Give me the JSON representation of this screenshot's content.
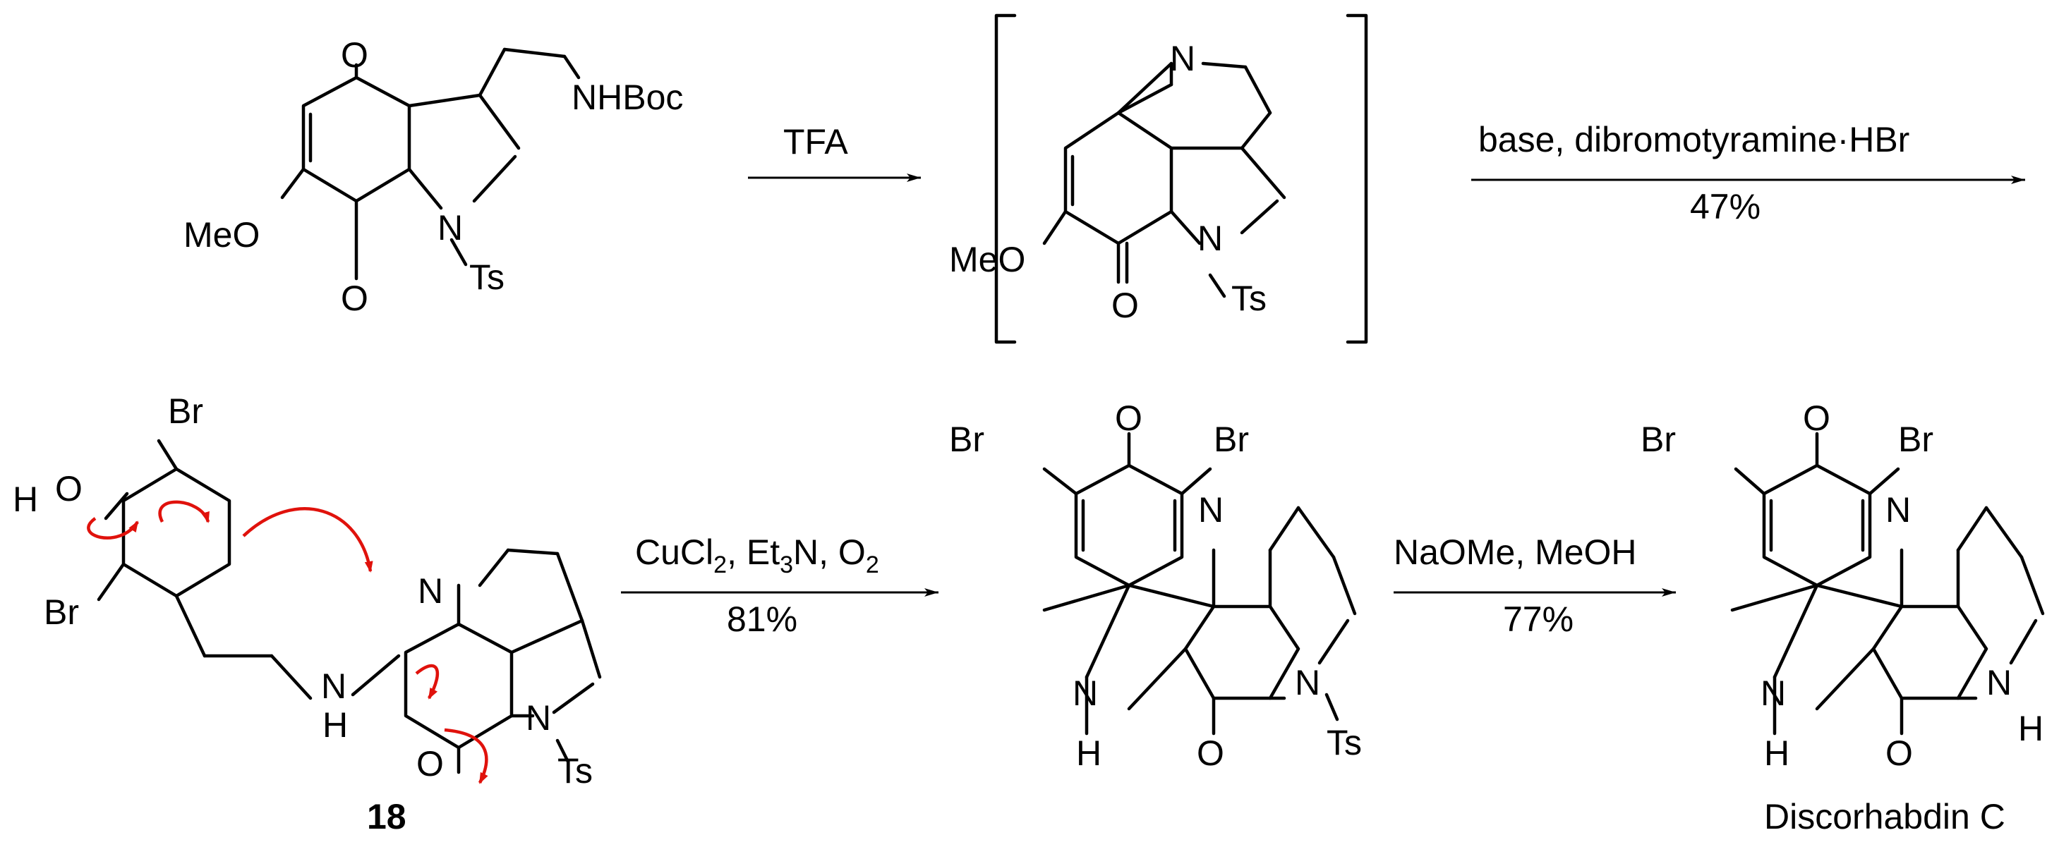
{
  "atoms": {
    "O": "O",
    "N": "N",
    "H": "H",
    "Br": "Br",
    "Ts": "Ts",
    "MeO": "MeO",
    "NHBoc": "NHBoc"
  },
  "steps": [
    {
      "reagents": "TFA",
      "yield": ""
    },
    {
      "reagents": "base, dibromotyramine·HBr",
      "yield": "47%"
    },
    {
      "reagents_parts": [
        "CuCl",
        "2",
        ", Et",
        "3",
        "N, O",
        "2"
      ],
      "yield": "81%"
    },
    {
      "reagents": "NaOMe, MeOH",
      "yield": "77%"
    }
  ],
  "compounds": {
    "intermediate_label": "18",
    "product_name": "Discorhabdin C"
  },
  "colors": {
    "ink": "#000000",
    "electron_arrows": "#e0120c",
    "background": "#ffffff"
  }
}
